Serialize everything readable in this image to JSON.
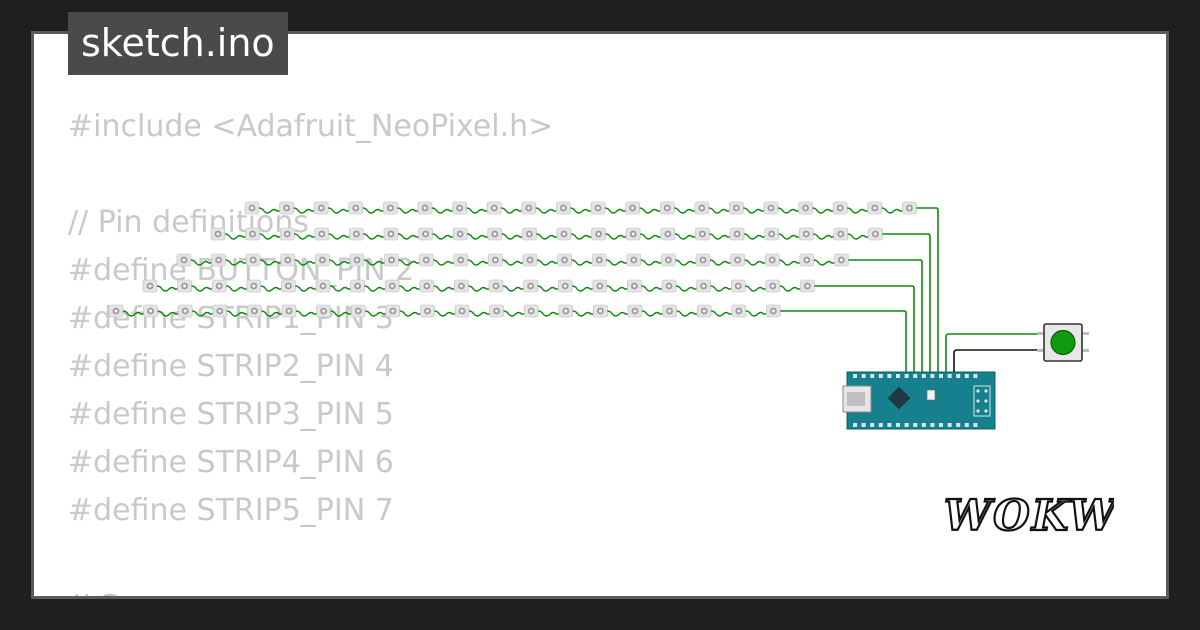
{
  "tab": {
    "filename": "sketch.ino"
  },
  "code": {
    "lines": [
      "#include <Adafruit_NeoPixel.h>",
      "",
      "// Pin definitions",
      "#define BUTTON_PIN 2",
      "#define STRIP1_PIN 3",
      "#define STRIP2_PIN 4",
      "#define STRIP3_PIN 5",
      "#define STRIP4_PIN 6",
      "#define STRIP5_PIN 7",
      "",
      "// C"
    ]
  },
  "diagram": {
    "led_strips": 5,
    "leds_per_strip": 20,
    "board": "arduino-nano",
    "components": [
      "neopixel-strip",
      "arduino-nano",
      "pushbutton"
    ],
    "wire_color": "#0b8a0b",
    "button_color": "#0f9a0f"
  },
  "brand": {
    "logo_text": "WOKWI"
  },
  "colors": {
    "background": "#1f1f1f",
    "card": "#ffffff",
    "tab": "#4a4a4a",
    "code_text": "#c9c9c9",
    "nano_board": "#17808f"
  }
}
